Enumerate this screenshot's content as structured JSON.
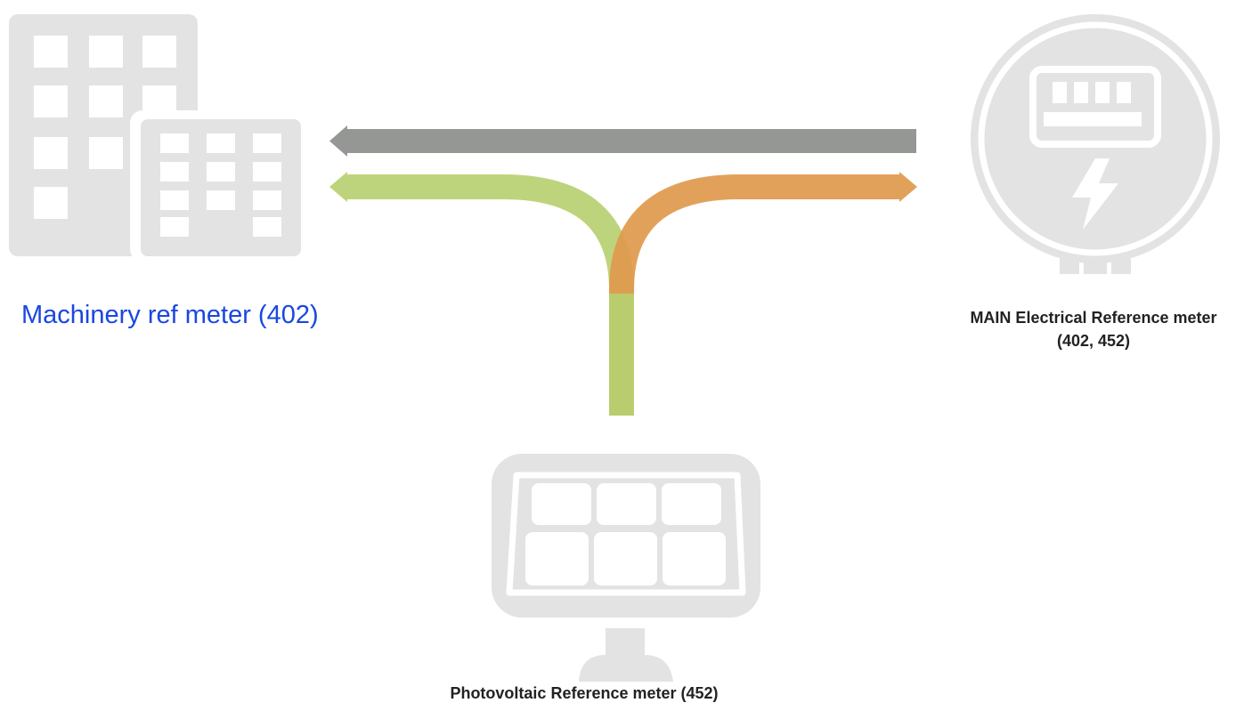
{
  "nodes": {
    "machinery": {
      "label": "Machinery ref meter (402)",
      "icon": "building-icon"
    },
    "main_meter": {
      "label_line1": "MAIN Electrical Reference meter",
      "label_line2": "(402, 452)",
      "icon": "electric-meter-icon"
    },
    "photovoltaic": {
      "label": "Photovoltaic Reference meter (452)",
      "icon": "solar-panel-icon"
    }
  },
  "flows": [
    {
      "name": "grid-to-machinery",
      "from": "main_meter",
      "to": "machinery",
      "color": "#959795"
    },
    {
      "name": "pv-to-machinery",
      "from": "photovoltaic",
      "to": "machinery",
      "color": "#bed47c"
    },
    {
      "name": "pv-to-main",
      "from": "photovoltaic",
      "to": "main_meter",
      "color": "#e09a4e"
    }
  ],
  "colors": {
    "link": "#1a47e0",
    "icon_fill": "#e3e3e3"
  }
}
